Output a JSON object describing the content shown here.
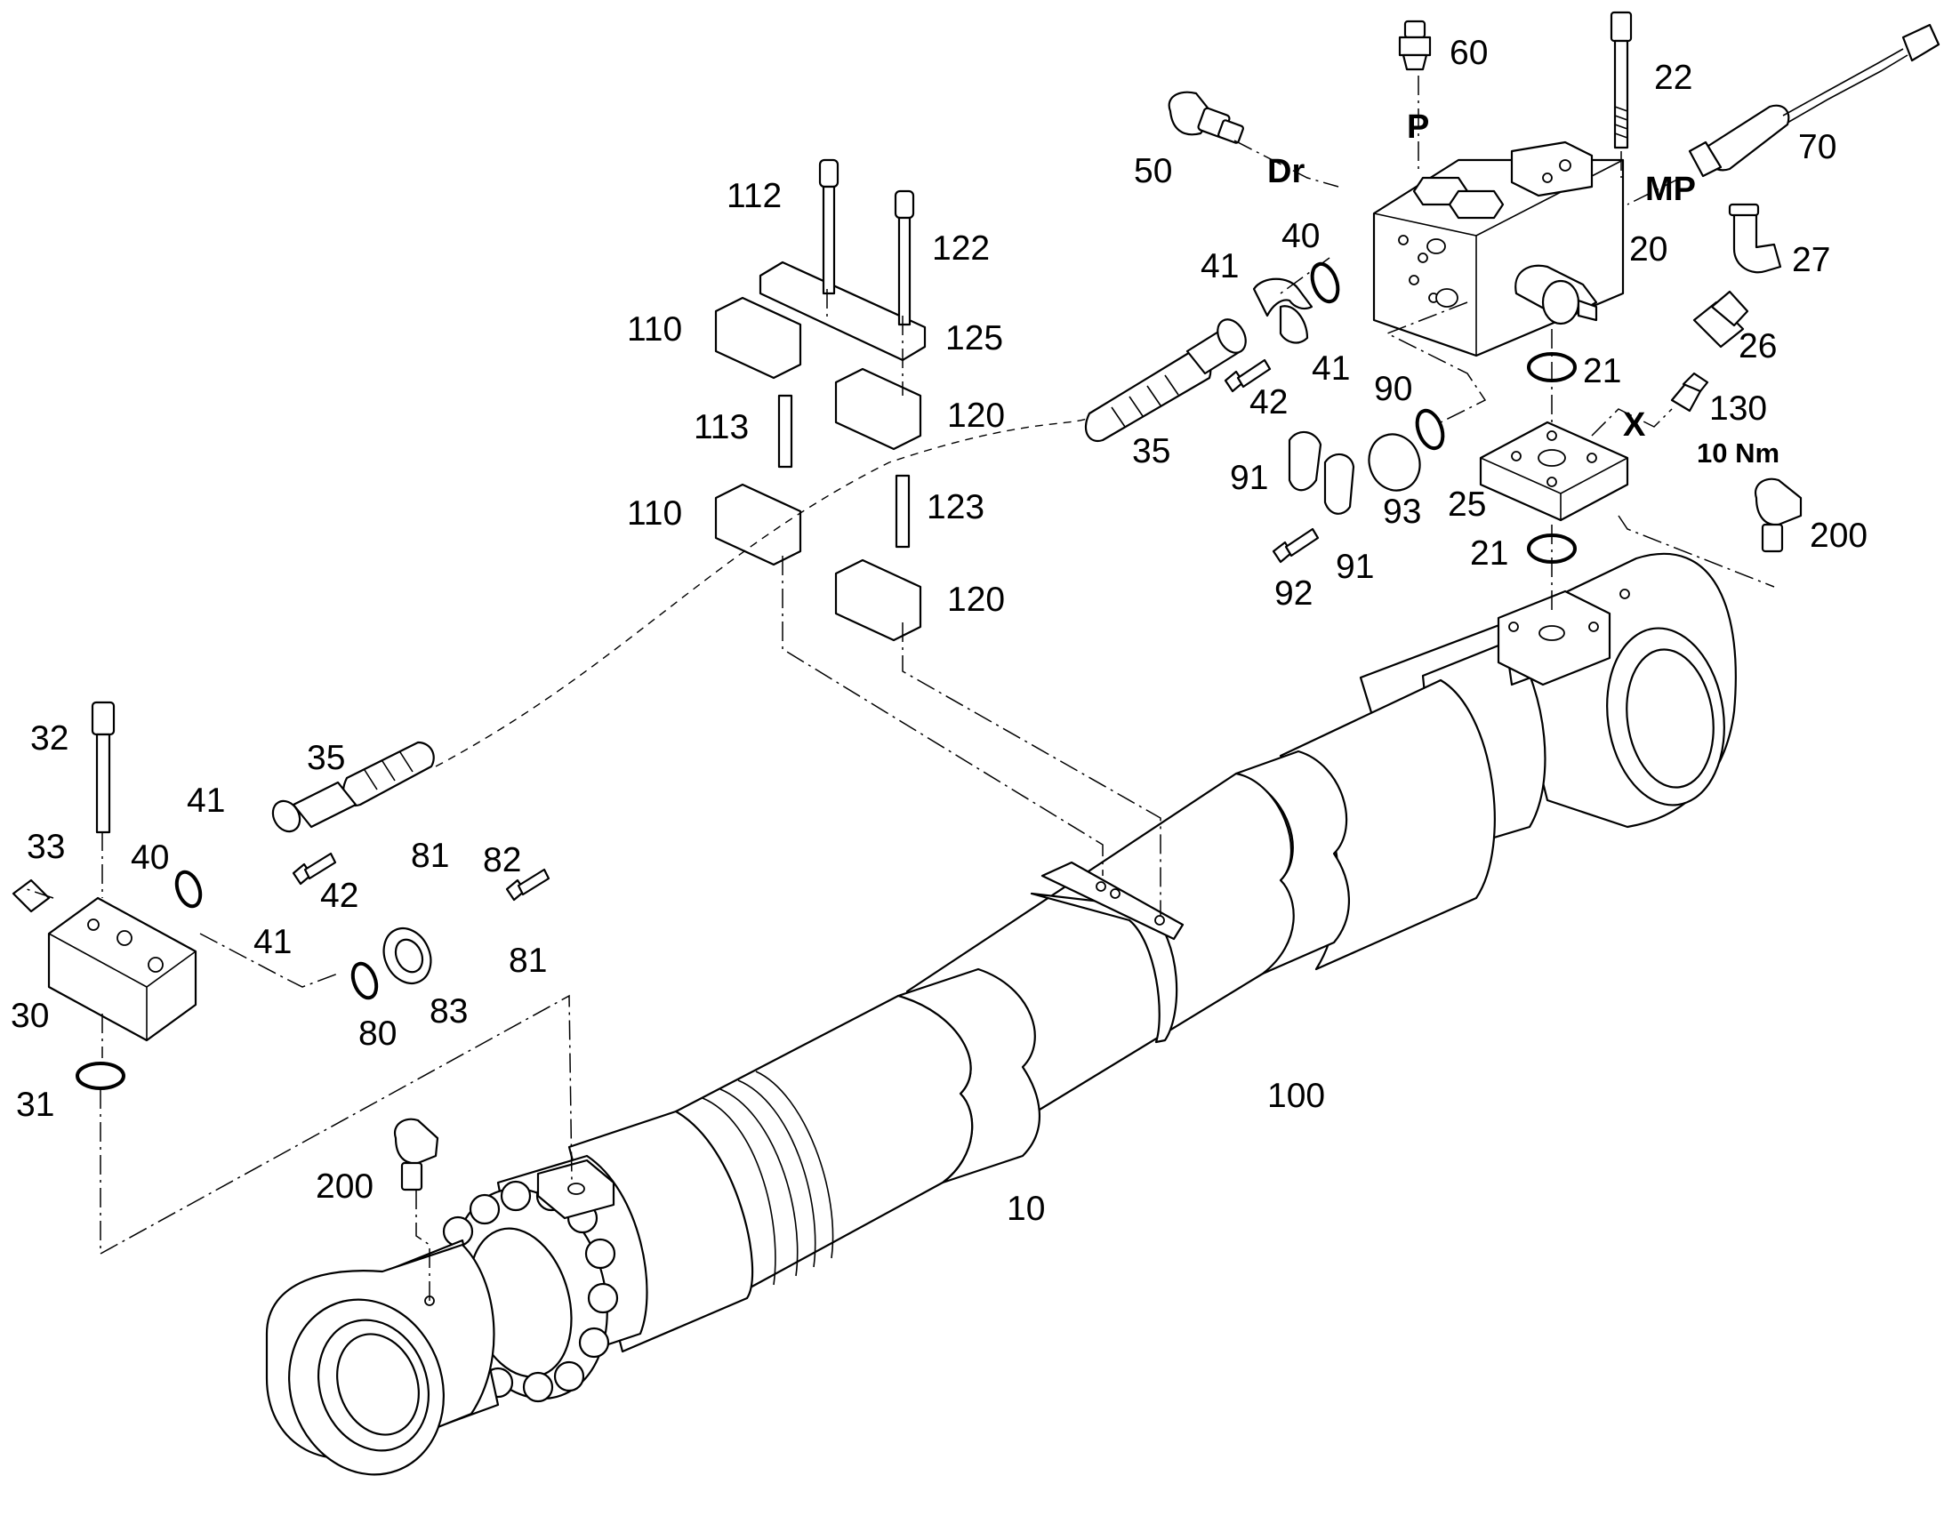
{
  "labels": {
    "p10": "10",
    "p20": "20",
    "p21a": "21",
    "p21b": "21",
    "p22": "22",
    "p25": "25",
    "p26": "26",
    "p27": "27",
    "p30": "30",
    "p31": "31",
    "p32": "32",
    "p33": "33",
    "p35a": "35",
    "p35b": "35",
    "p40a": "40",
    "p40b": "40",
    "p41a": "41",
    "p41b": "41",
    "p41c": "41",
    "p41d": "41",
    "p42a": "42",
    "p42b": "42",
    "p50": "50",
    "p60": "60",
    "p70": "70",
    "p80": "80",
    "p81a": "81",
    "p81b": "81",
    "p82": "82",
    "p83": "83",
    "p90": "90",
    "p91a": "91",
    "p91b": "91",
    "p92": "92",
    "p93": "93",
    "p100": "100",
    "p110a": "110",
    "p110b": "110",
    "p112": "112",
    "p113": "113",
    "p120a": "120",
    "p120b": "120",
    "p122": "122",
    "p123": "123",
    "p125": "125",
    "p130": "130",
    "p200a": "200",
    "p200b": "200"
  },
  "ports": {
    "dr": "Dr",
    "p": "P",
    "mp": "MP",
    "x": "X"
  },
  "torque": "10 Nm"
}
